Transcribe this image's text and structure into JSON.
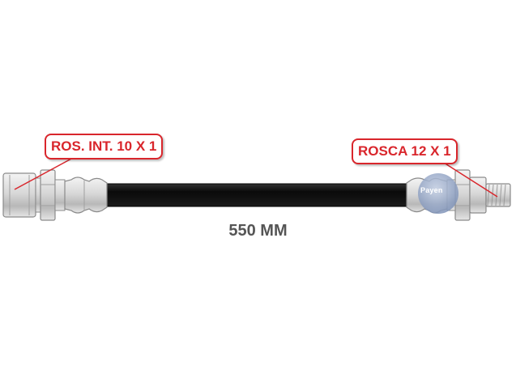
{
  "callouts": {
    "left_fitting": "ROS. INT. 10 X 1",
    "right_fitting": "ROSCA 12 X 1"
  },
  "dimension": {
    "length": "550 MM"
  },
  "logo": {
    "brand": "Payen"
  },
  "colors": {
    "callout_red": "#d9262c",
    "hose_black": "#111111",
    "metal_gray": "#c8c8c8",
    "dimension_text": "#555555",
    "logo_blue": "#9fb0cc"
  }
}
